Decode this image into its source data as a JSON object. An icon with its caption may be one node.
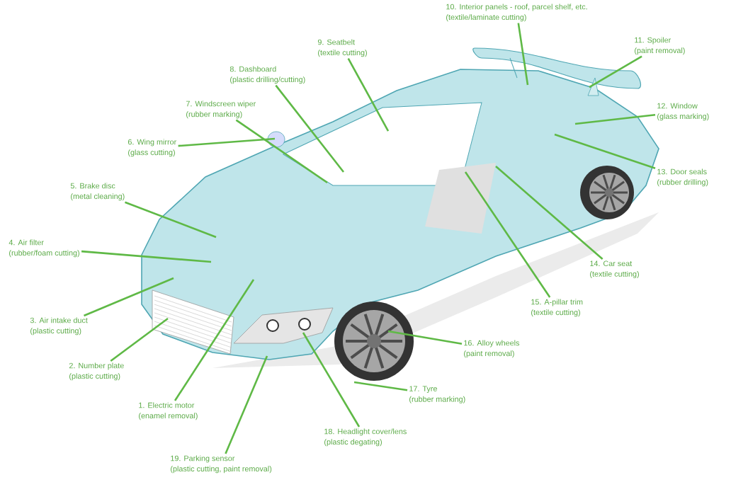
{
  "diagram": {
    "nodes": [
      {
        "text": [
          "1. Electric motor",
          "(enamel removal)"
        ]
      },
      {
        "text": [
          "2. Number plate",
          "(plastic cutting)"
        ]
      },
      {
        "text": [
          "3. Air intake duct",
          "(plastic cutting)"
        ]
      },
      {
        "text": [
          "4. Air filter",
          "(rubber/foam cutting)"
        ]
      },
      {
        "text": [
          "5. Brake disc",
          "(metal cleaning)"
        ]
      },
      {
        "text": [
          "6. Wing mirror",
          "(glass cutting)"
        ]
      },
      {
        "text": [
          "7. Windscreen wiper",
          "(rubber marking)"
        ]
      },
      {
        "text": [
          "8. Dashboard",
          "(plastic drilling/cutting)"
        ]
      },
      {
        "text": [
          "9. Seatbelt",
          "(textile cutting)"
        ]
      },
      {
        "text": [
          "10. Interior panels - roof, parcel shelf, etc.",
          "(textile/laminate cutting)"
        ]
      },
      {
        "text": [
          "11. Spoiler",
          "(paint removal)"
        ]
      },
      {
        "text": [
          "12. Window",
          "(glass marking)"
        ]
      },
      {
        "text": [
          "13. Door seals",
          "(rubber drilling)"
        ]
      },
      {
        "text": [
          "14. Car seat",
          "(textile cutting)"
        ]
      },
      {
        "text": [
          "15. A-pillar trim",
          "(textile cutting)"
        ]
      },
      {
        "text": [
          "16. Alloy wheels",
          "(paint removal)"
        ]
      },
      {
        "text": [
          "17. Tyre",
          "(rubber marking)"
        ]
      },
      {
        "text": [
          "18. Headlight cover/lens",
          "(plastic degating)"
        ]
      },
      {
        "text": [
          "19. Parking sensor",
          "(plastic cutting, paint removal)"
        ]
      }
    ],
    "edges": [
      {
        "from": 0,
        "to": null,
        "arrow": "none"
      },
      {
        "from": 1,
        "to": null,
        "arrow": "none"
      },
      {
        "from": 2,
        "to": null,
        "arrow": "none"
      },
      {
        "from": 3,
        "to": null,
        "arrow": "none"
      },
      {
        "from": 4,
        "to": null,
        "arrow": "none"
      },
      {
        "from": 5,
        "to": null,
        "arrow": "none"
      },
      {
        "from": 6,
        "to": null,
        "arrow": "none"
      },
      {
        "from": 7,
        "to": null,
        "arrow": "none"
      },
      {
        "from": 8,
        "to": null,
        "arrow": "none"
      },
      {
        "from": 9,
        "to": null,
        "arrow": "none"
      },
      {
        "from": 10,
        "to": null,
        "arrow": "none"
      },
      {
        "from": 11,
        "to": null,
        "arrow": "none"
      },
      {
        "from": 12,
        "to": null,
        "arrow": "none"
      },
      {
        "from": 13,
        "to": null,
        "arrow": "none"
      },
      {
        "from": 14,
        "to": null,
        "arrow": "none"
      },
      {
        "from": 15,
        "to": null,
        "arrow": "none"
      },
      {
        "from": 16,
        "to": null,
        "arrow": "none"
      },
      {
        "from": 17,
        "to": null,
        "arrow": "none"
      },
      {
        "from": 18,
        "to": null,
        "arrow": "none"
      }
    ]
  }
}
